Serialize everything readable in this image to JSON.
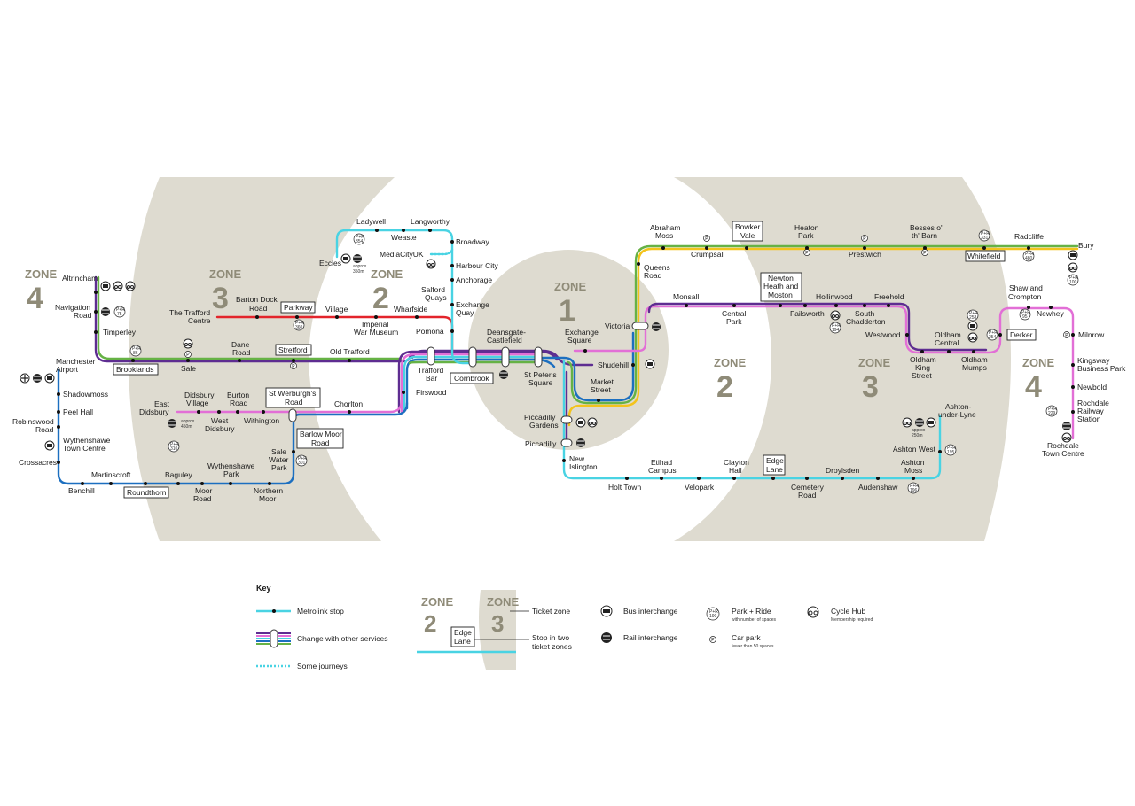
{
  "zones": {
    "label_word": "ZONE",
    "one": "1",
    "two": "2",
    "three": "3",
    "four": "4"
  },
  "stations": {
    "altrincham": "Altrincham",
    "navigation_road_1": "Navigation",
    "navigation_road_2": "Road",
    "timperley": "Timperley",
    "brooklands": "Brooklands",
    "sale": "Sale",
    "dane_road_1": "Dane",
    "dane_road_2": "Road",
    "stretford": "Stretford",
    "old_trafford": "Old Trafford",
    "the_trafford_centre_1": "The Trafford",
    "the_trafford_centre_2": "Centre",
    "barton_dock_road_1": "Barton Dock",
    "barton_dock_road_2": "Road",
    "parkway": "Parkway",
    "village": "Village",
    "imperial_war_museum_1": "Imperial",
    "imperial_war_museum_2": "War Museum",
    "wharfside": "Wharfside",
    "pomona": "Pomona",
    "eccles": "Eccles",
    "ladywell": "Ladywell",
    "weaste": "Weaste",
    "langworthy": "Langworthy",
    "broadway": "Broadway",
    "mediacityuk": "MediaCityUK",
    "harbour_city": "Harbour City",
    "anchorage": "Anchorage",
    "salford_quays_1": "Salford",
    "salford_quays_2": "Quays",
    "exchange_quay_1": "Exchange",
    "exchange_quay_2": "Quay",
    "trafford_bar_1": "Trafford",
    "trafford_bar_2": "Bar",
    "firswood": "Firswood",
    "cornbrook": "Cornbrook",
    "deansgate_1": "Deansgate-",
    "deansgate_2": "Castlefield",
    "st_peters_1": "St Peter's",
    "st_peters_2": "Square",
    "exchange_square_1": "Exchange",
    "exchange_square_2": "Square",
    "victoria": "Victoria",
    "shudehill": "Shudehill",
    "market_street_1": "Market",
    "market_street_2": "Street",
    "piccadilly_gardens_1": "Piccadilly",
    "piccadilly_gardens_2": "Gardens",
    "piccadilly": "Piccadilly",
    "new_islington_1": "New",
    "new_islington_2": "Islington",
    "manchester_airport_1": "Manchester",
    "manchester_airport_2": "Airport",
    "shadowmoss": "Shadowmoss",
    "peel_hall": "Peel Hall",
    "robinswood_road_1": "Robinswood",
    "robinswood_road_2": "Road",
    "wythenshawe_tc_1": "Wythenshawe",
    "wythenshawe_tc_2": "Town Centre",
    "crossacres": "Crossacres",
    "benchill": "Benchill",
    "martinscroft": "Martinscroft",
    "roundthorn": "Roundthorn",
    "baguley": "Baguley",
    "moor_road_1": "Moor",
    "moor_road_2": "Road",
    "wythenshawe_park_1": "Wythenshawe",
    "wythenshawe_park_2": "Park",
    "northern_moor_1": "Northern",
    "northern_moor_2": "Moor",
    "sale_water_park_1": "Sale",
    "sale_water_park_2": "Water",
    "sale_water_park_3": "Park",
    "barlow_moor_road_1": "Barlow Moor",
    "barlow_moor_road_2": "Road",
    "st_werburghs_1": "St Werburgh's",
    "st_werburghs_2": "Road",
    "chorlton": "Chorlton",
    "east_didsbury_1": "East",
    "east_didsbury_2": "Didsbury",
    "didsbury_village_1": "Didsbury",
    "didsbury_village_2": "Village",
    "west_didsbury_1": "West",
    "west_didsbury_2": "Didsbury",
    "burton_road_1": "Burton",
    "burton_road_2": "Road",
    "withington": "Withington",
    "holt_town": "Holt Town",
    "etihad_campus_1": "Etihad",
    "etihad_campus_2": "Campus",
    "velopark": "Velopark",
    "clayton_hall_1": "Clayton",
    "clayton_hall_2": "Hall",
    "edge_lane_1": "Edge",
    "edge_lane_2": "Lane",
    "cemetery_road_1": "Cemetery",
    "cemetery_road_2": "Road",
    "droylsden": "Droylsden",
    "audenshaw": "Audenshaw",
    "ashton_moss_1": "Ashton",
    "ashton_moss_2": "Moss",
    "ashton_west": "Ashton West",
    "ashton_ul_1": "Ashton-",
    "ashton_ul_2": "under-Lyne",
    "abraham_moss_1": "Abraham",
    "abraham_moss_2": "Moss",
    "queens_road_1": "Queens",
    "queens_road_2": "Road",
    "crumpsall": "Crumpsall",
    "bowker_vale_1": "Bowker",
    "bowker_vale_2": "Vale",
    "heaton_park_1": "Heaton",
    "heaton_park_2": "Park",
    "prestwich": "Prestwich",
    "besses_1": "Besses o'",
    "besses_2": "th' Barn",
    "whitefield": "Whitefield",
    "radcliffe": "Radcliffe",
    "bury": "Bury",
    "monsall": "Monsall",
    "central_park_1": "Central",
    "central_park_2": "Park",
    "newton_heath_1": "Newton",
    "newton_heath_2": "Heath and",
    "newton_heath_3": "Moston",
    "failsworth": "Failsworth",
    "hollinwood": "Hollinwood",
    "south_chadderton_1": "South",
    "south_chadderton_2": "Chadderton",
    "freehold": "Freehold",
    "westwood": "Westwood",
    "oldham_king_st_1": "Oldham",
    "oldham_king_st_2": "King",
    "oldham_king_st_3": "Street",
    "oldham_central_1": "Oldham",
    "oldham_central_2": "Central",
    "oldham_mumps_1": "Oldham",
    "oldham_mumps_2": "Mumps",
    "derker": "Derker",
    "shaw_1": "Shaw and",
    "shaw_2": "Crompton",
    "newhey": "Newhey",
    "milnrow": "Milnrow",
    "kingsway_1": "Kingsway",
    "kingsway_2": "Business Park",
    "newbold": "Newbold",
    "rochdale_station_1": "Rochdale",
    "rochdale_station_2": "Railway",
    "rochdale_station_3": "Station",
    "rochdale_tc_1": "Rochdale",
    "rochdale_tc_2": "Town Centre"
  },
  "parkride": {
    "navigation_road": "75",
    "brooklands": "86",
    "stretford": "",
    "parkway": "360",
    "eccles": "354",
    "sale_water_park": "301",
    "east_didsbury": "310",
    "whitefield": "480",
    "besses": "331",
    "bury": "100",
    "failsworth": "194",
    "oldham_central": "258",
    "derker": "254",
    "shaw": "95",
    "rochdale": "229",
    "ashton_west": "195",
    "ashton_moss": "196"
  },
  "notes": {
    "eccles_walk_1": "approx",
    "eccles_walk_2": "350m",
    "east_didsbury_walk_1": "approx",
    "east_didsbury_walk_2": "450m",
    "ashton_walk_1": "approx",
    "ashton_walk_2": "250m"
  },
  "key": {
    "title": "Key",
    "metrolink_stop": "Metrolink stop",
    "change_services": "Change with other services",
    "some_journeys": "Some journeys",
    "ticket_zone": "Ticket zone",
    "stop_two_zones_1": "Stop in two",
    "stop_two_zones_2": "ticket zones",
    "bus_interchange": "Bus interchange",
    "rail_interchange": "Rail interchange",
    "park_ride": "Park + Ride",
    "park_ride_sub": "with number of spaces",
    "car_park": "Car park",
    "car_park_sub": "fewer than 50 spaces",
    "cycle_hub": "Cycle Hub",
    "cycle_hub_sub": "Membership required",
    "sample_zone_a": "2",
    "sample_zone_b": "3",
    "sample_box_1": "Edge",
    "sample_box_2": "Lane",
    "sample_pr": "190"
  },
  "colors": {
    "altrincham": "#5e2d91",
    "bury": "#66b245",
    "eccles": "#49d3e3",
    "airport": "#1c6fc0",
    "east_didsbury": "#e26fd6",
    "rochdale": "#e26fd6",
    "ashton": "#49d3e3",
    "trafford_park": "#e3242b",
    "yellow": "#f3c31b",
    "zone_fill": "#dedbd0",
    "zone_text": "#8f8b78"
  },
  "icons": [
    "rail-icon",
    "bus-icon",
    "cycle-hub-icon",
    "park-ride-icon",
    "car-park-icon",
    "airport-icon"
  ]
}
